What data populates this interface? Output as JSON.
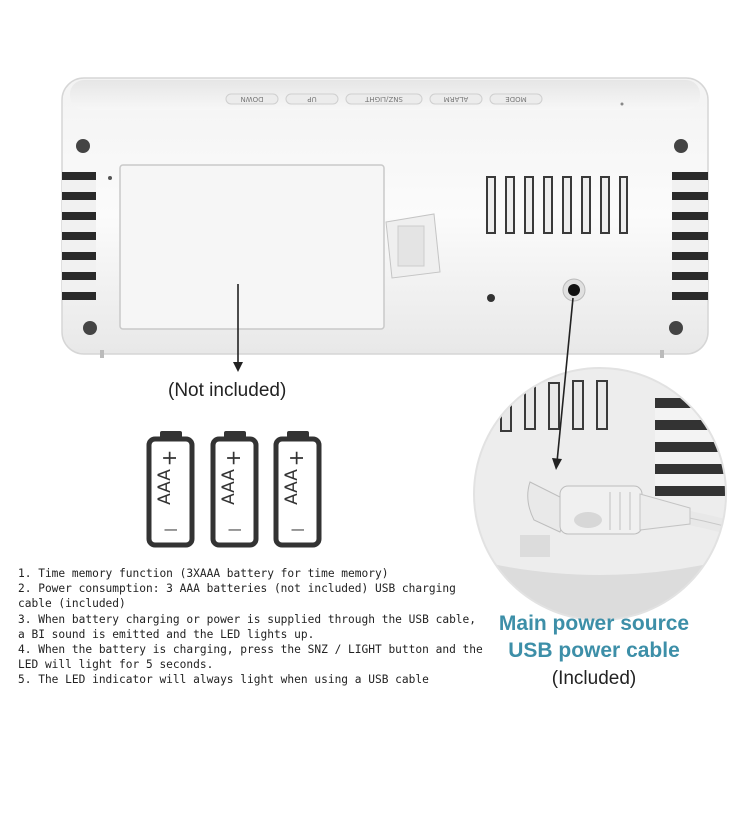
{
  "device": {
    "buttons": [
      "DOWN",
      "UP",
      "SNZ/LIGHT",
      "ALARM",
      "MODE"
    ]
  },
  "labels": {
    "not_included": "(Not included)",
    "battery_text": "AAA",
    "main_power_line1": "Main power source",
    "main_power_line2": "USB power cable",
    "included": "(Included)"
  },
  "notes": [
    "1. Time memory function (3XAAA battery for time memory)",
    "2. Power consumption: 3 AAA batteries (not included) USB charging cable (included)",
    "3. When battery charging or power is supplied through the USB cable, a BI sound is emitted and the LED lights up.",
    "4. When the battery is charging, press the SNZ / LIGHT button and the LED will light for 5 seconds.",
    "5. The LED indicator will always light when using a USB cable"
  ],
  "colors": {
    "accent_teal": "#3d8fa8",
    "device_white": "#f7f7f7",
    "outline_dark": "#333333"
  }
}
